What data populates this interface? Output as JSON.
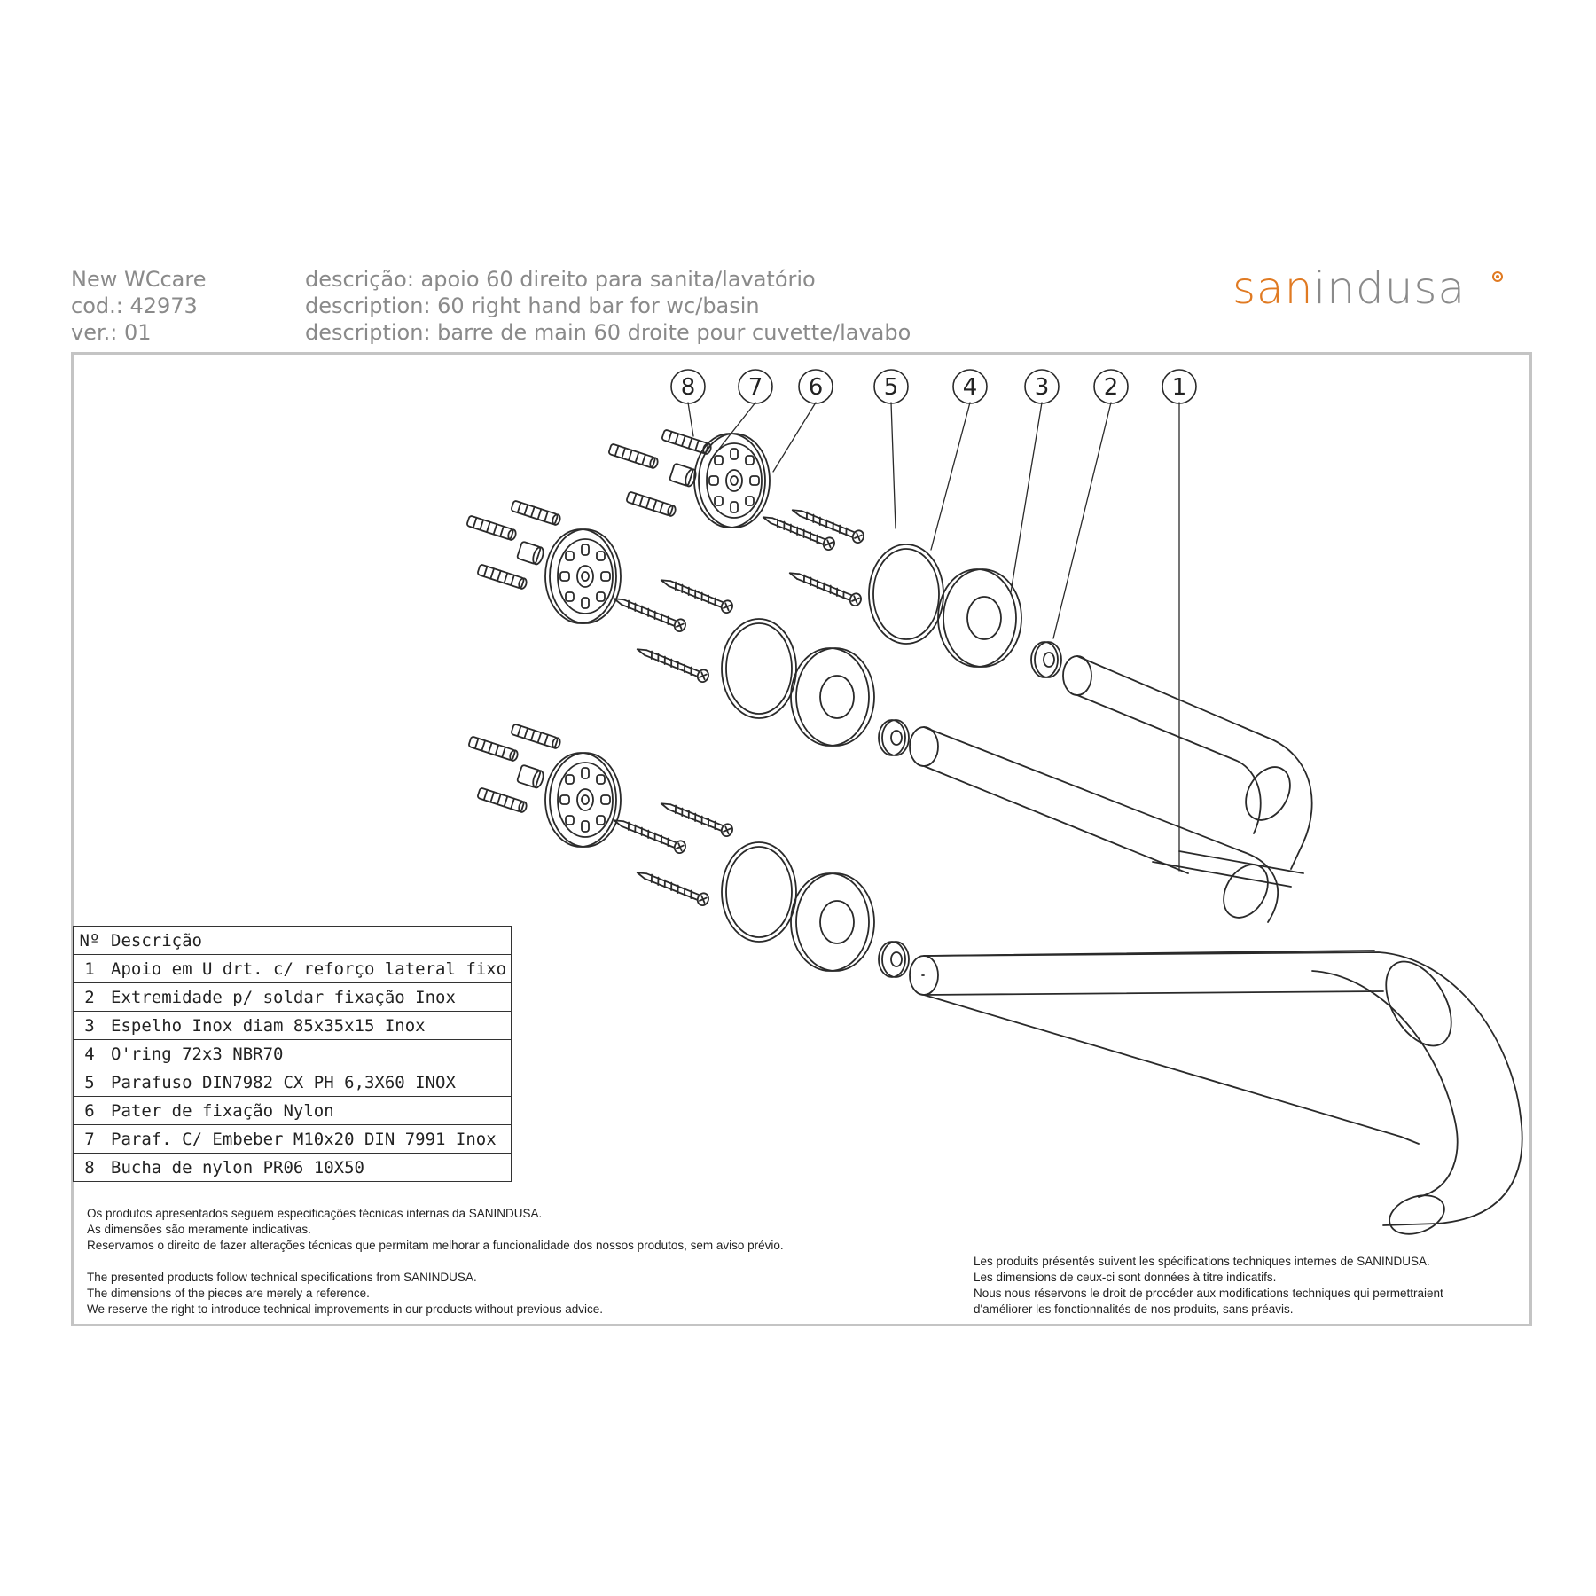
{
  "header": {
    "product_name": "New WCcare",
    "code": "cod.: 42973",
    "version": "ver.: 01",
    "description_pt": "descrição: apoio 60 direito para sanita/lavatório",
    "description_en": "description: 60 right hand bar for wc/basin",
    "description_fr": "description: barre de main 60 droite pour cuvette/lavabo"
  },
  "brand": {
    "part1": "san",
    "part2": "indusa",
    "color_primary": "#e07a22",
    "color_secondary": "#8a8a8a"
  },
  "callouts": [
    "8",
    "7",
    "6",
    "5",
    "4",
    "3",
    "2",
    "1"
  ],
  "parts_table": {
    "headers": [
      "Nº",
      "Descrição"
    ],
    "rows": [
      {
        "n": "1",
        "desc": "Apoio em U drt. c/ reforço lateral fixo"
      },
      {
        "n": "2",
        "desc": "Extremidade p/ soldar fixação Inox"
      },
      {
        "n": "3",
        "desc": "Espelho Inox diam 85x35x15 Inox"
      },
      {
        "n": "4",
        "desc": "O'ring 72x3  NBR70"
      },
      {
        "n": "5",
        "desc": "Parafuso DIN7982 CX PH 6,3X60 INOX"
      },
      {
        "n": "6",
        "desc": "Pater de fixação Nylon"
      },
      {
        "n": "7",
        "desc": "Paraf. C/ Embeber  M10x20 DIN 7991 Inox"
      },
      {
        "n": "8",
        "desc": "Bucha de nylon PR06 10X50"
      }
    ]
  },
  "notes": {
    "pt": [
      "Os produtos apresentados seguem especificações técnicas internas da SANINDUSA.",
      "As dimensões são meramente indicativas.",
      "Reservamos o direito de fazer alterações técnicas que permitam melhorar a funcionalidade dos nossos produtos, sem aviso prévio."
    ],
    "en": [
      "The presented products follow technical specifications from SANINDUSA.",
      "The dimensions of the pieces are merely a reference.",
      "We reserve the right to introduce technical improvements in our products without previous advice."
    ],
    "fr": [
      "Les produits présentés suivent les spécifications techniques internes de SANINDUSA.",
      "Les dimensions de ceux-ci sont données à titre indicatifs.",
      "Nous nous réservons le droit de procéder aux modifications techniques qui permettraient",
      "d'améliorer les fonctionnalités de nos produits, sans préavis."
    ]
  }
}
